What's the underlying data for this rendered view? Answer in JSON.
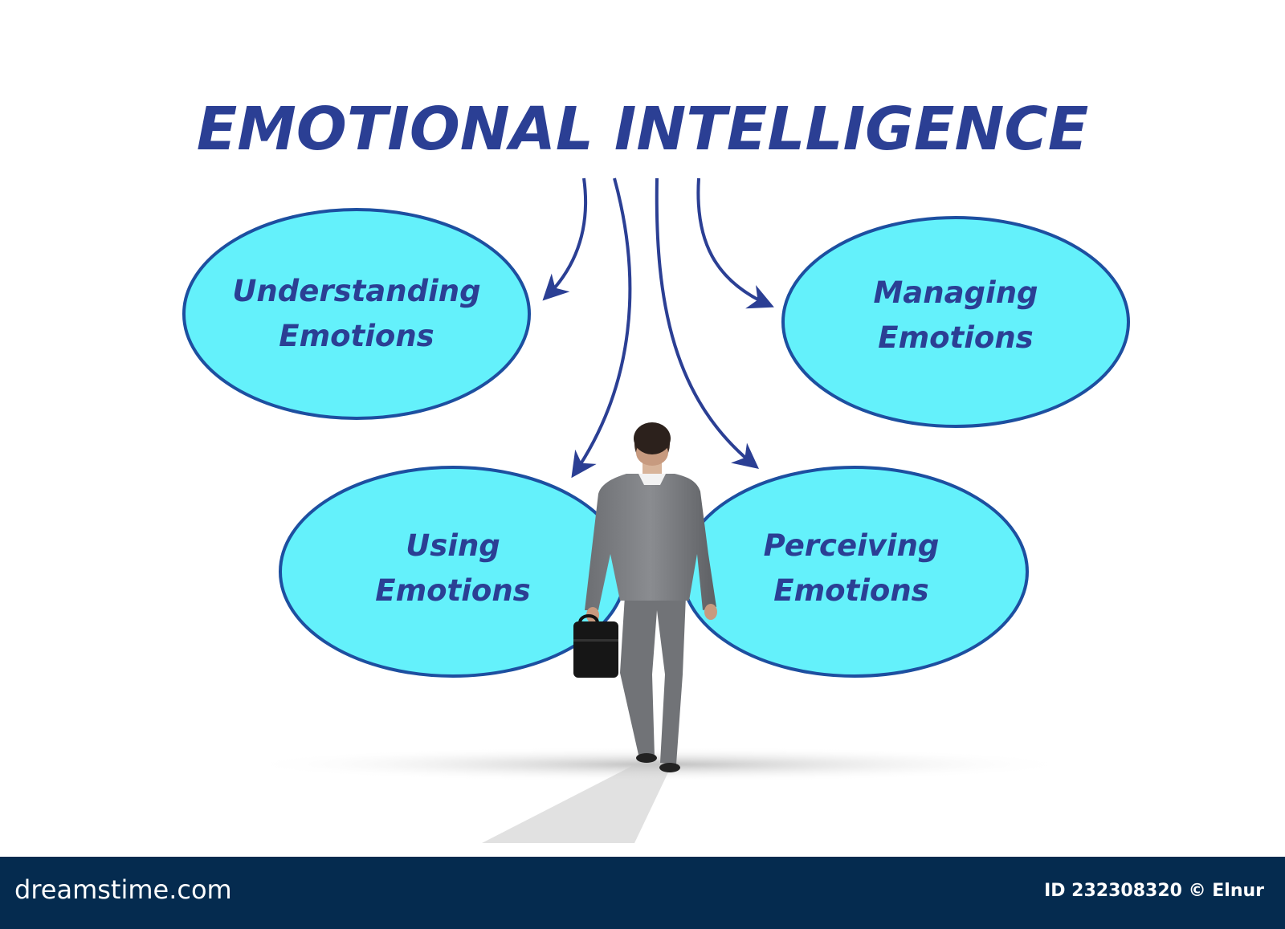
{
  "title": "EMOTIONAL INTELLIGENCE",
  "nodes": [
    {
      "id": "understanding",
      "line1": "Understanding",
      "line2": "Emotions"
    },
    {
      "id": "managing",
      "line1": "Managing",
      "line2": "Emotions"
    },
    {
      "id": "using",
      "line1": "Using",
      "line2": "Emotions"
    },
    {
      "id": "perceiving",
      "line1": "Perceiving",
      "line2": "Emotions"
    }
  ],
  "colors": {
    "title": "#2b3f94",
    "bubble_fill": "#64f1fb",
    "bubble_stroke": "#1d4fa0",
    "arrow": "#2b3f94",
    "footer_bg": "#052b4f"
  },
  "footer": {
    "brand": "dreamstime.com",
    "stock_id": "ID 232308320 © Elnur"
  },
  "icons": [
    "arrow-down-icon",
    "businessman-figure",
    "briefcase-icon"
  ]
}
